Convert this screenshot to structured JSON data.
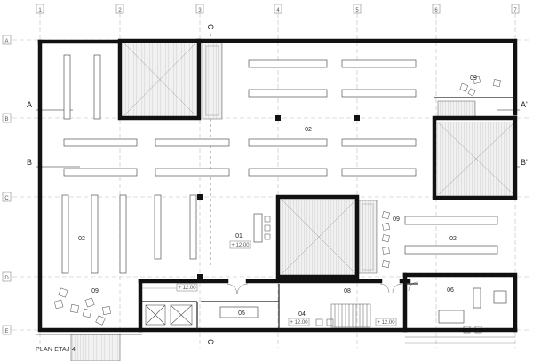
{
  "plan": {
    "title": "PLAN ETAJ 4",
    "grid_columns": [
      "1",
      "2",
      "3",
      "4",
      "5",
      "6",
      "7"
    ],
    "grid_rows": [
      "A",
      "B",
      "C",
      "D",
      "E"
    ],
    "section_marks": [
      "A",
      "A'",
      "B",
      "B'",
      "C",
      "C"
    ],
    "rooms": [
      "02",
      "02",
      "02",
      "09",
      "09",
      "09",
      "01",
      "08",
      "06",
      "05",
      "04"
    ],
    "levels": [
      "+ 12.00",
      "+ 12.00",
      "+ 12.00",
      "+ 12.00"
    ]
  },
  "colors": {
    "wall": "#111111",
    "grid_line": "#bbbbbb",
    "void_hatch": "#dddddd",
    "furniture": "#555555"
  }
}
